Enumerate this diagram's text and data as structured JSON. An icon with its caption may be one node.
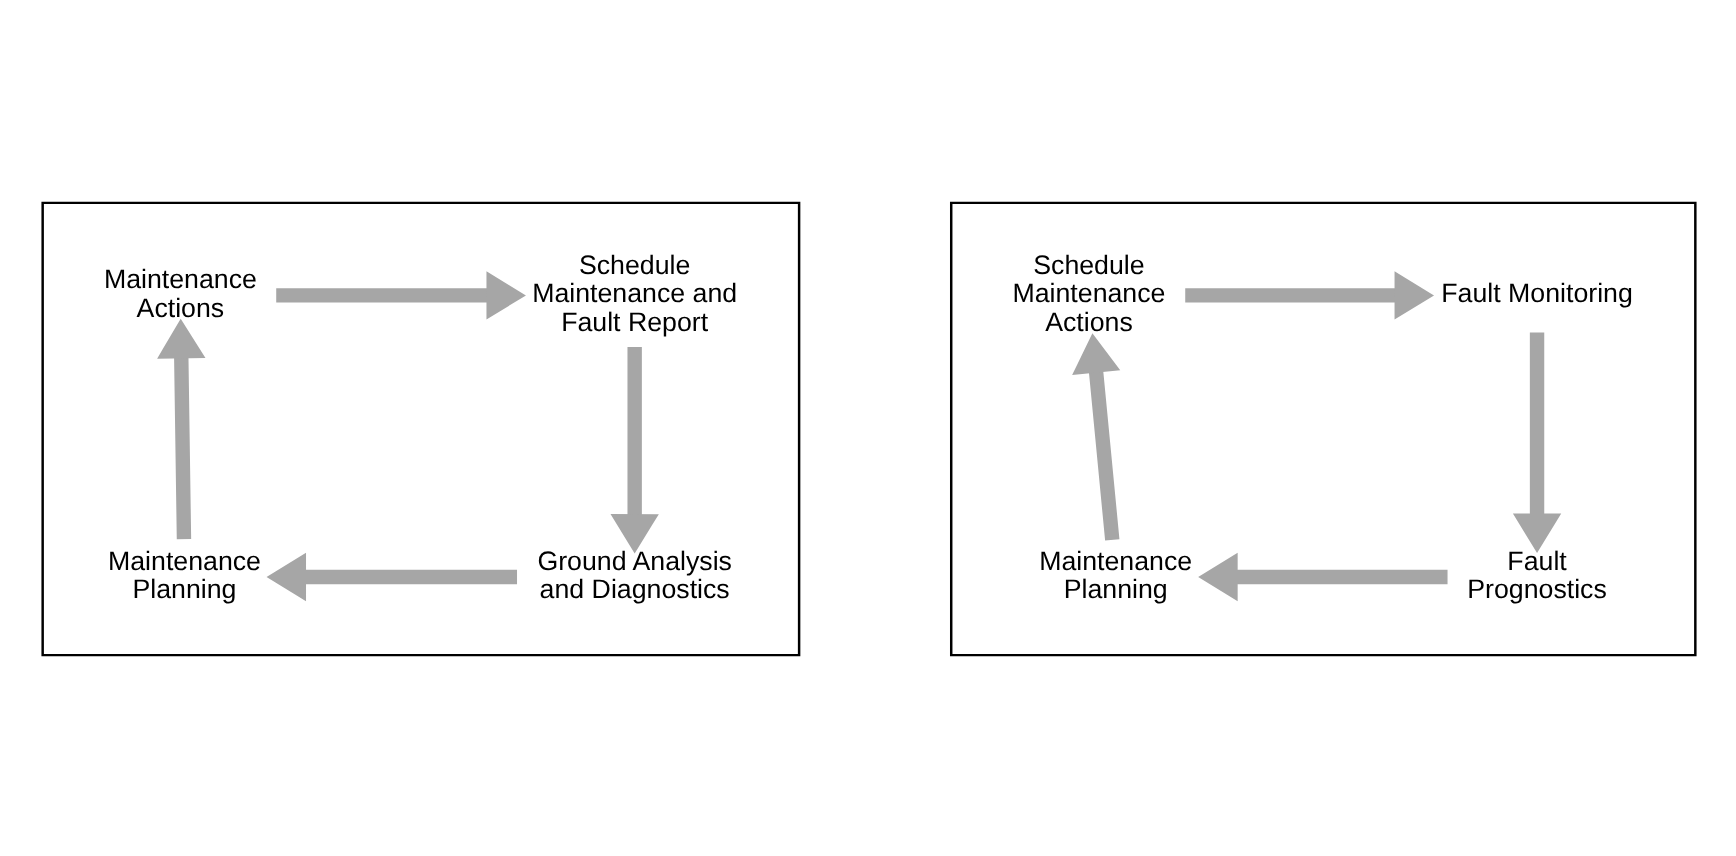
{
  "diagram": {
    "nodes": [
      {
        "text": [],
        "shape": "box"
      },
      {
        "text": [
          "Maintenance Actions"
        ],
        "in": 0
      },
      {
        "text": [
          "Schedule Maintenance and Fault Report"
        ],
        "in": 0
      },
      {
        "text": [
          "Maintenance Planning"
        ],
        "in": 0
      },
      {
        "text": [
          "Ground Analysis and Diagnostics"
        ],
        "in": 0
      },
      {
        "text": [],
        "shape": "box"
      },
      {
        "text": [
          "Schedule Maintenance Actions"
        ],
        "in": 5
      },
      {
        "text": [
          "Fault Monitoring"
        ],
        "in": 5
      },
      {
        "text": [
          "Maintenance Planning"
        ],
        "in": 5
      },
      {
        "text": [
          "Fault Prognostics"
        ],
        "in": 5
      }
    ],
    "edges": [
      {
        "from": 1,
        "to": 2,
        "arrow": "to"
      },
      {
        "from": 2,
        "to": 4,
        "arrow": "to"
      },
      {
        "from": 4,
        "to": 3,
        "arrow": "to"
      },
      {
        "from": 3,
        "to": 1,
        "arrow": "to"
      },
      {
        "from": 6,
        "to": 7,
        "arrow": "to"
      },
      {
        "from": 7,
        "to": 9,
        "arrow": "to"
      },
      {
        "from": 9,
        "to": 8,
        "arrow": "to"
      },
      {
        "from": 8,
        "to": 6,
        "arrow": "to"
      }
    ]
  }
}
